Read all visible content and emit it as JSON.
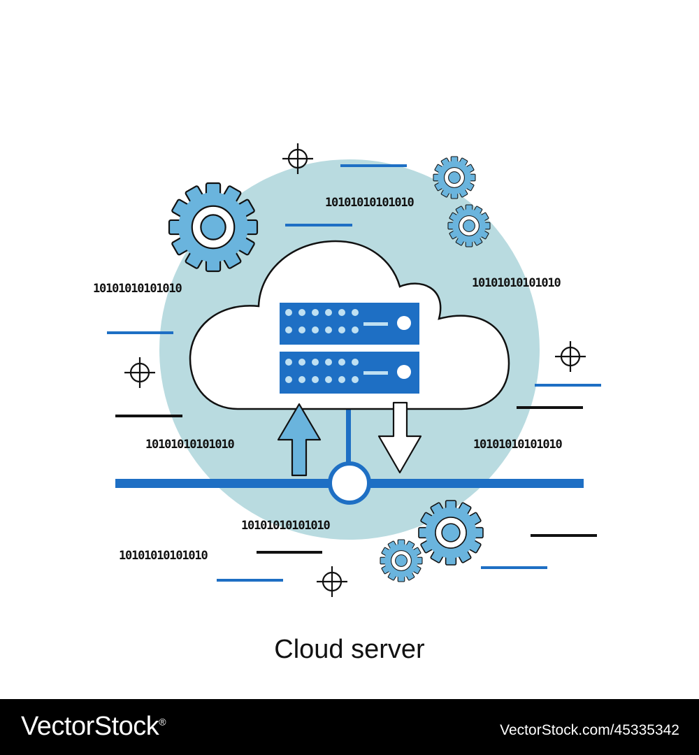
{
  "caption": "Cloud server",
  "binary_text": "10101010101010",
  "footer": {
    "brand": "VectorStock",
    "brand_mark": "®",
    "url": "VectorStock.com/45335342"
  },
  "colors": {
    "circle": "#b9dbe0",
    "blue": "#1e6fc4",
    "light_blue": "#6ab4dd",
    "outline": "#111111"
  },
  "icons": [
    "gear-icon",
    "crosshair-icon",
    "cloud-icon",
    "server-icon",
    "upload-arrow-icon",
    "download-arrow-icon"
  ]
}
